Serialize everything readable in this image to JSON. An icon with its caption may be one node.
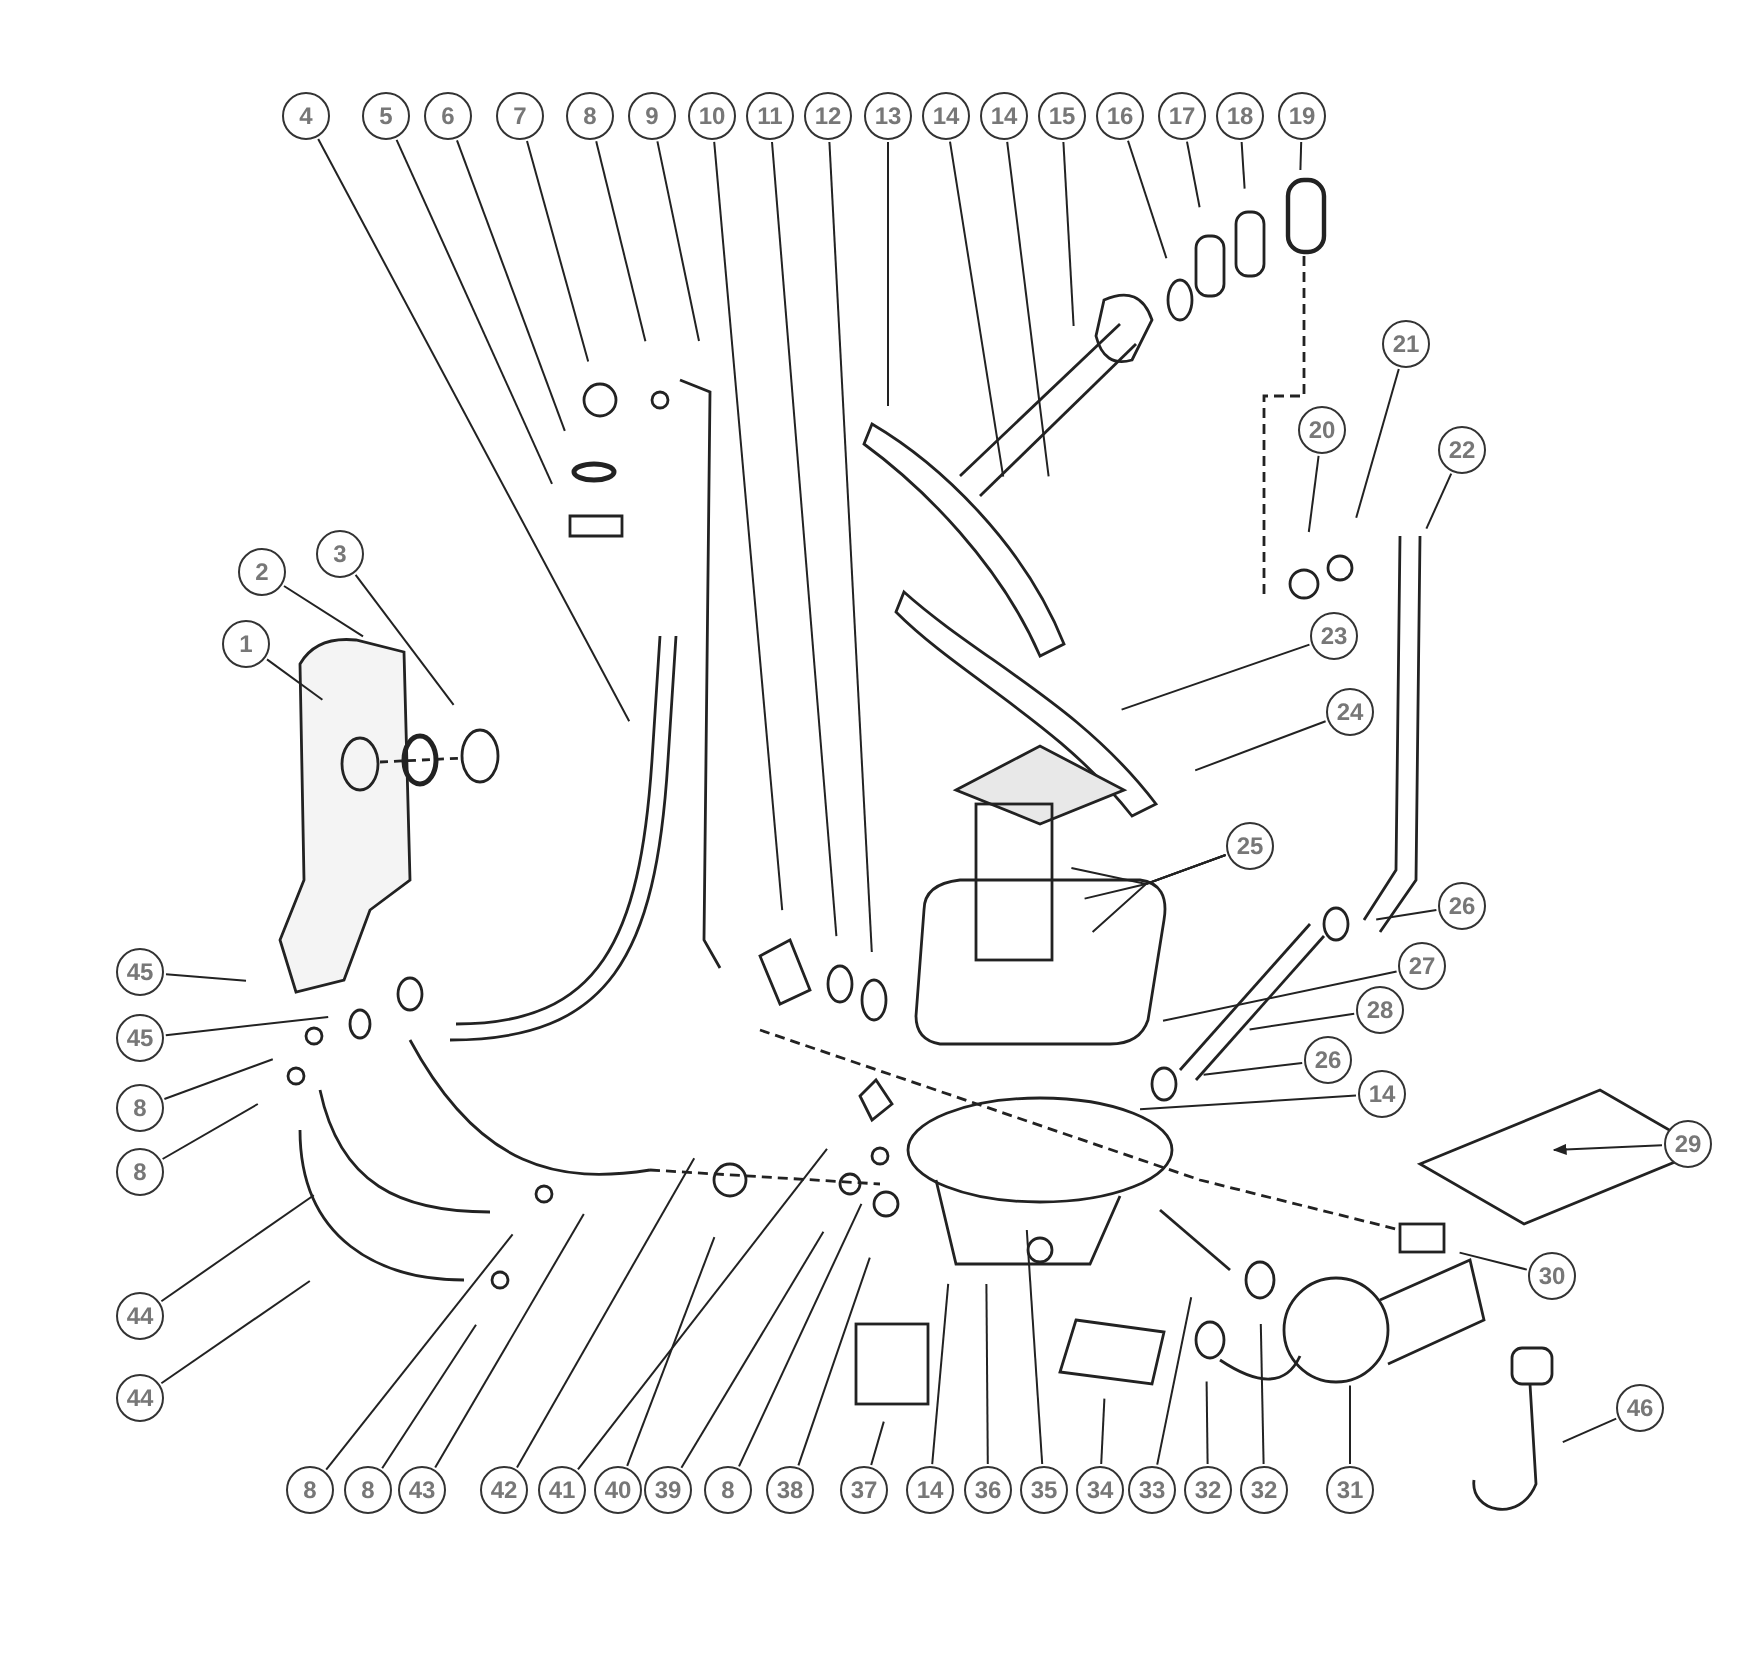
{
  "diagram": {
    "nodes": [
      {
        "text": [
          "4"
        ]
      },
      {
        "text": [
          "5"
        ]
      },
      {
        "text": [
          "6"
        ]
      },
      {
        "text": [
          "7"
        ]
      },
      {
        "text": [
          "8"
        ]
      },
      {
        "text": [
          "9"
        ]
      },
      {
        "text": [
          "10"
        ]
      },
      {
        "text": [
          "11"
        ]
      },
      {
        "text": [
          "12"
        ]
      },
      {
        "text": [
          "13"
        ]
      },
      {
        "text": [
          "14"
        ]
      },
      {
        "text": [
          "14"
        ]
      },
      {
        "text": [
          "15"
        ]
      },
      {
        "text": [
          "16"
        ]
      },
      {
        "text": [
          "17"
        ]
      },
      {
        "text": [
          "18"
        ]
      },
      {
        "text": [
          "19"
        ]
      },
      {
        "text": [
          "21"
        ]
      },
      {
        "text": [
          "20"
        ]
      },
      {
        "text": [
          "22"
        ]
      },
      {
        "text": [
          "3"
        ]
      },
      {
        "text": [
          "2"
        ]
      },
      {
        "text": [
          "23"
        ]
      },
      {
        "text": [
          "1"
        ]
      },
      {
        "text": [
          "24"
        ]
      },
      {
        "text": [
          "25"
        ]
      },
      {
        "text": [
          "26"
        ]
      },
      {
        "text": [
          "27"
        ]
      },
      {
        "text": [
          "45"
        ]
      },
      {
        "text": [
          "28"
        ]
      },
      {
        "text": [
          "45"
        ]
      },
      {
        "text": [
          "26"
        ]
      },
      {
        "text": [
          "14"
        ]
      },
      {
        "text": [
          "8"
        ]
      },
      {
        "text": [
          "29"
        ]
      },
      {
        "text": [
          "8"
        ]
      },
      {
        "text": [
          "30"
        ]
      },
      {
        "text": [
          "44"
        ]
      },
      {
        "text": [
          "44"
        ]
      },
      {
        "text": [
          "46"
        ]
      },
      {
        "text": [
          "8"
        ]
      },
      {
        "text": [
          "8"
        ]
      },
      {
        "text": [
          "43"
        ]
      },
      {
        "text": [
          "42"
        ]
      },
      {
        "text": [
          "41"
        ]
      },
      {
        "text": [
          "40"
        ]
      },
      {
        "text": [
          "39"
        ]
      },
      {
        "text": [
          "8"
        ]
      },
      {
        "text": [
          "38"
        ]
      },
      {
        "text": [
          "37"
        ]
      },
      {
        "text": [
          "14"
        ]
      },
      {
        "text": [
          "36"
        ]
      },
      {
        "text": [
          "35"
        ]
      },
      {
        "text": [
          "34"
        ]
      },
      {
        "text": [
          "33"
        ]
      },
      {
        "text": [
          "32"
        ]
      },
      {
        "text": [
          "32"
        ]
      },
      {
        "text": [
          "31"
        ]
      }
    ],
    "edges": [
      {
        "from": 0,
        "to": null,
        "arrow": "none"
      },
      {
        "from": 1,
        "to": null,
        "arrow": "none"
      },
      {
        "from": 2,
        "to": null,
        "arrow": "none"
      },
      {
        "from": 3,
        "to": null,
        "arrow": "none"
      },
      {
        "from": 4,
        "to": null,
        "arrow": "none"
      },
      {
        "from": 5,
        "to": null,
        "arrow": "none"
      },
      {
        "from": 6,
        "to": null,
        "arrow": "none"
      },
      {
        "from": 7,
        "to": null,
        "arrow": "none"
      },
      {
        "from": 8,
        "to": null,
        "arrow": "none"
      },
      {
        "from": 9,
        "to": null,
        "arrow": "none"
      },
      {
        "from": 10,
        "to": null,
        "arrow": "none"
      },
      {
        "from": 11,
        "to": null,
        "arrow": "none"
      },
      {
        "from": 12,
        "to": null,
        "arrow": "none"
      },
      {
        "from": 13,
        "to": null,
        "arrow": "none"
      },
      {
        "from": 14,
        "to": null,
        "arrow": "none"
      },
      {
        "from": 15,
        "to": null,
        "arrow": "none"
      },
      {
        "from": 16,
        "to": null,
        "arrow": "none"
      },
      {
        "from": 17,
        "to": null,
        "arrow": "none"
      },
      {
        "from": 18,
        "to": null,
        "arrow": "none"
      },
      {
        "from": 19,
        "to": null,
        "arrow": "none"
      },
      {
        "from": 20,
        "to": null,
        "arrow": "none"
      },
      {
        "from": 21,
        "to": null,
        "arrow": "none"
      },
      {
        "from": 22,
        "to": null,
        "arrow": "none"
      },
      {
        "from": 23,
        "to": null,
        "arrow": "none"
      },
      {
        "from": 24,
        "to": null,
        "arrow": "none"
      },
      {
        "from": 25,
        "to": null,
        "arrow": "none"
      },
      {
        "from": 25,
        "to": null,
        "arrow": "none"
      },
      {
        "from": 25,
        "to": null,
        "arrow": "none"
      },
      {
        "from": 26,
        "to": null,
        "arrow": "none"
      },
      {
        "from": 27,
        "to": null,
        "arrow": "none"
      },
      {
        "from": 28,
        "to": null,
        "arrow": "none"
      },
      {
        "from": 29,
        "to": null,
        "arrow": "none"
      },
      {
        "from": 30,
        "to": null,
        "arrow": "none"
      },
      {
        "from": 31,
        "to": null,
        "arrow": "none"
      },
      {
        "from": 32,
        "to": null,
        "arrow": "none"
      },
      {
        "from": 33,
        "to": null,
        "arrow": "none"
      },
      {
        "from": 34,
        "to": null,
        "arrow": "to"
      },
      {
        "from": 35,
        "to": null,
        "arrow": "none"
      },
      {
        "from": 36,
        "to": null,
        "arrow": "none"
      },
      {
        "from": 37,
        "to": null,
        "arrow": "none"
      },
      {
        "from": 38,
        "to": null,
        "arrow": "none"
      },
      {
        "from": 39,
        "to": null,
        "arrow": "none"
      },
      {
        "from": 40,
        "to": null,
        "arrow": "none"
      },
      {
        "from": 41,
        "to": null,
        "arrow": "none"
      },
      {
        "from": 42,
        "to": null,
        "arrow": "none"
      },
      {
        "from": 43,
        "to": null,
        "arrow": "none"
      },
      {
        "from": 44,
        "to": null,
        "arrow": "none"
      },
      {
        "from": 45,
        "to": null,
        "arrow": "none"
      },
      {
        "from": 46,
        "to": null,
        "arrow": "none"
      },
      {
        "from": 47,
        "to": null,
        "arrow": "none"
      },
      {
        "from": 48,
        "to": null,
        "arrow": "none"
      },
      {
        "from": 49,
        "to": null,
        "arrow": "none"
      },
      {
        "from": 50,
        "to": null,
        "arrow": "none"
      },
      {
        "from": 51,
        "to": null,
        "arrow": "none"
      },
      {
        "from": 52,
        "to": null,
        "arrow": "none"
      },
      {
        "from": 53,
        "to": null,
        "arrow": "none"
      },
      {
        "from": 54,
        "to": null,
        "arrow": "none"
      },
      {
        "from": 55,
        "to": null,
        "arrow": "none"
      },
      {
        "from": 56,
        "to": null,
        "arrow": "none"
      },
      {
        "from": 57,
        "to": null,
        "arrow": "none"
      }
    ]
  }
}
